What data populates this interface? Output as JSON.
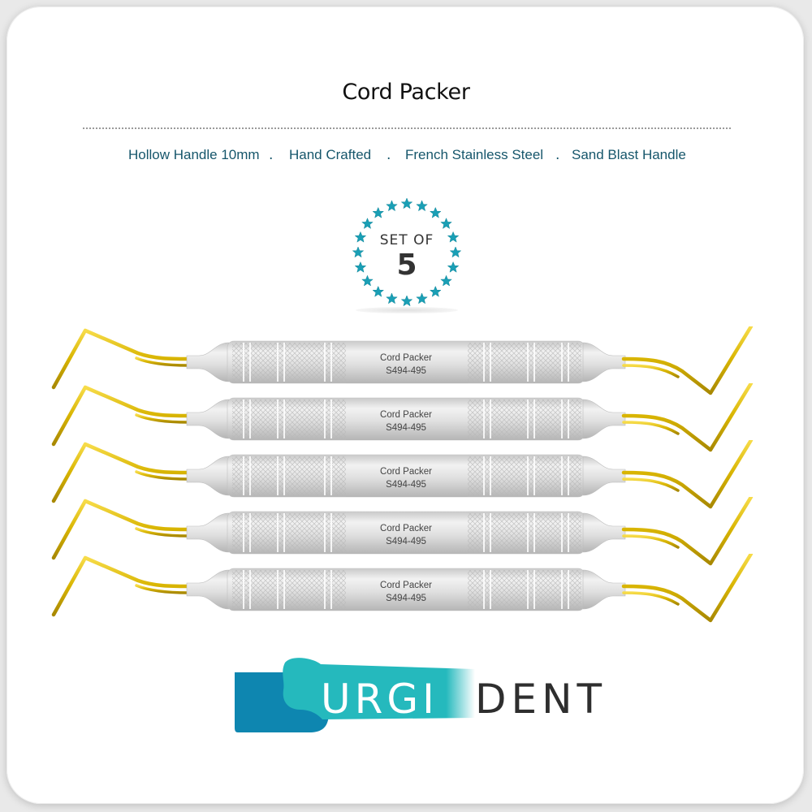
{
  "product": {
    "title": "Cord Packer",
    "features": [
      "Hollow Handle 10mm",
      "Hand Crafted",
      "French Stainless Steel",
      "Sand Blast Handle"
    ],
    "separator": "."
  },
  "badge": {
    "line1": "SET OF",
    "count": "5",
    "star_color": "#1a9fb5"
  },
  "instruments": [
    {
      "name": "Cord Packer",
      "code": "S494-495"
    },
    {
      "name": "Cord Packer",
      "code": "S494-495"
    },
    {
      "name": "Cord Packer",
      "code": "S494-495"
    },
    {
      "name": "Cord Packer",
      "code": "S494-495"
    },
    {
      "name": "Cord Packer",
      "code": "S494-495"
    }
  ],
  "brand": {
    "part1": "URGI",
    "part2": "DENT",
    "s_color": "#0e86b0",
    "teal_color": "#25b9bd",
    "dark_color": "#2e2e2e"
  },
  "colors": {
    "tip_gold": "#d8b400",
    "feature_text": "#16566b"
  }
}
